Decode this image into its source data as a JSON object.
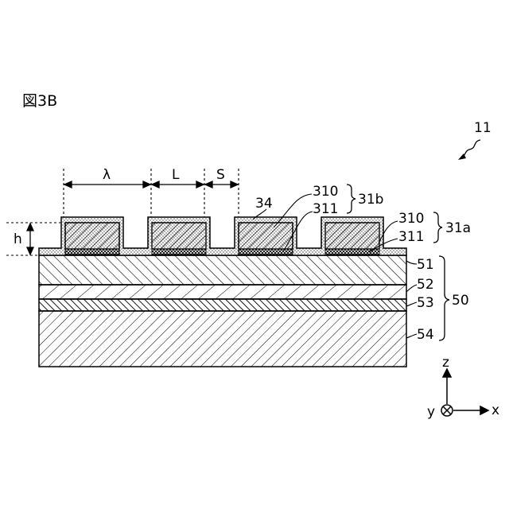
{
  "figure_title": "図3B",
  "device_ref": "11",
  "dimensions": {
    "period": "λ",
    "line": "L",
    "space": "S",
    "height": "h"
  },
  "labels": {
    "film": "34",
    "electrode_upper_b": "310",
    "electrode_lower_b": "311",
    "electrode_group_b": "31b",
    "electrode_upper_a": "310",
    "electrode_lower_a": "311",
    "electrode_group_a": "31a",
    "layer_1": "51",
    "layer_2": "52",
    "layer_3": "53",
    "layer_4": "54",
    "substrate": "50"
  },
  "axes": {
    "z": "z",
    "y": "y",
    "x": "x"
  }
}
